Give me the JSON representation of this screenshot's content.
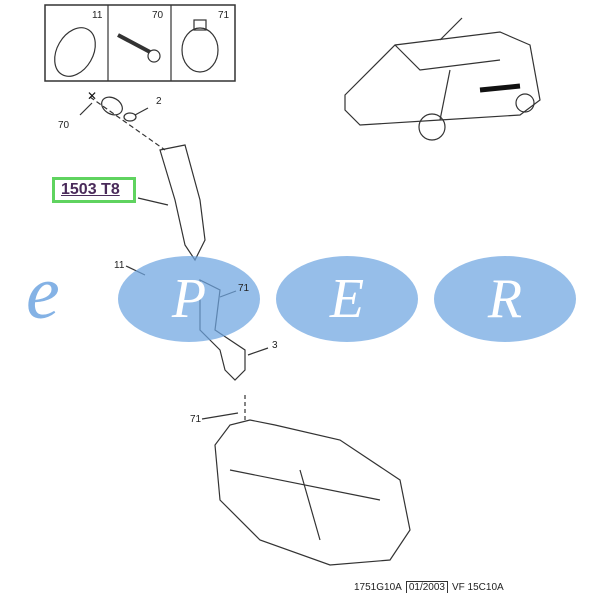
{
  "kit_panel": {
    "items": [
      {
        "number": "11",
        "icon": "cap-disc"
      },
      {
        "number": "70",
        "icon": "screw"
      },
      {
        "number": "71",
        "icon": "hose-clamp"
      }
    ]
  },
  "callouts": {
    "screw": "70",
    "seal": "2",
    "cap": "11",
    "clamp_upper": "71",
    "hose": "3",
    "clamp_lower": "71"
  },
  "reference": {
    "code": "1503 T8",
    "highlight_color": "#5fd35f"
  },
  "watermark": {
    "letters": [
      "e",
      "P",
      "E",
      "R"
    ],
    "color": "#6ea5e1"
  },
  "footer": {
    "drawing_code": "1751G10A",
    "date": "01/2003",
    "model": "VF 15C10A"
  }
}
